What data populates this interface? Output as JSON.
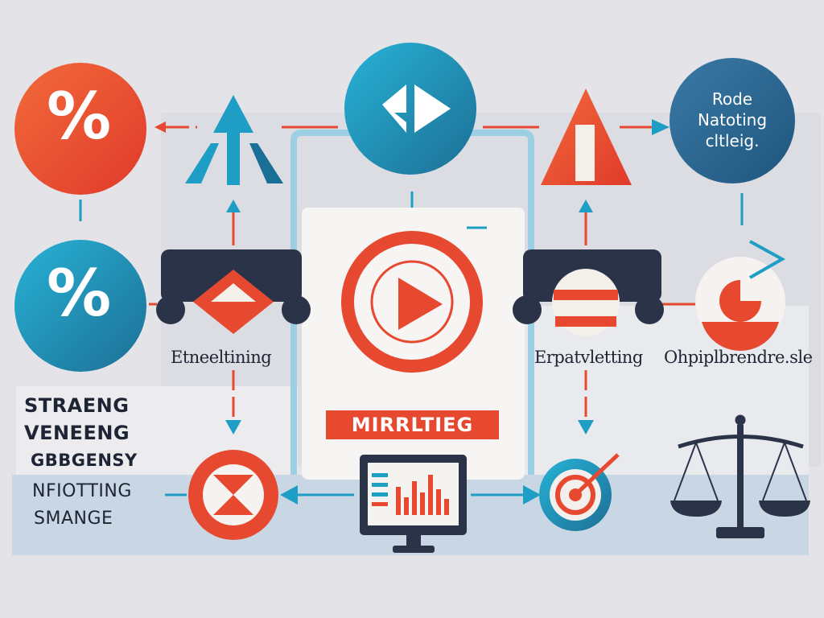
{
  "nodes": {
    "percent_top": {
      "label": "%"
    },
    "percent_mid": {
      "label": "%"
    },
    "circle_text": [
      "Rode",
      "Natoting",
      "cltleig."
    ],
    "center_badge": "MIRRLTIEG"
  },
  "labels": {
    "left_vehicle": "Etneeltining",
    "right_vehicle": "Erpatvletting",
    "right_pie": "Ohpiplbrendre.sle"
  },
  "side_text": [
    "STRAENG",
    "VENEENG",
    "GBBGENSY",
    "NFIOTTING",
    "SMANGE"
  ],
  "colors": {
    "red": "#e6492f",
    "teal": "#1e9ec4",
    "navy": "#2b3348",
    "blue": "#2a6890",
    "band": "#c9d7e5"
  }
}
